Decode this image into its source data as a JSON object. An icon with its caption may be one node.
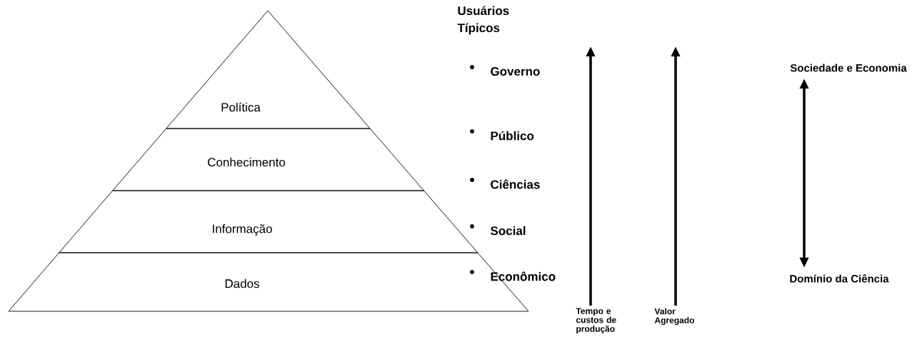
{
  "diagram": {
    "nodes": [
      {
        "text": [
          "Política"
        ]
      },
      {
        "text": [
          "Conhecimento"
        ]
      },
      {
        "text": [
          "Informação"
        ]
      },
      {
        "text": [
          "Dados"
        ]
      },
      {
        "text": [
          "Tempo e custos de produção"
        ]
      },
      {
        "text": [
          "Valor Agregado"
        ]
      },
      {
        "text": [
          "Sociedade e Economia"
        ]
      },
      {
        "text": [
          "Domínio da Ciência"
        ]
      }
    ],
    "edges": [
      {
        "from": 4,
        "to": null,
        "arrow": "to"
      },
      {
        "from": 5,
        "to": null,
        "arrow": "to"
      },
      {
        "from": 7,
        "to": 6,
        "arrow": "both"
      }
    ],
    "labels": [
      "Usuários Típicos",
      "Governo",
      "Público",
      "Ciências",
      "Social",
      "Econômico"
    ]
  }
}
